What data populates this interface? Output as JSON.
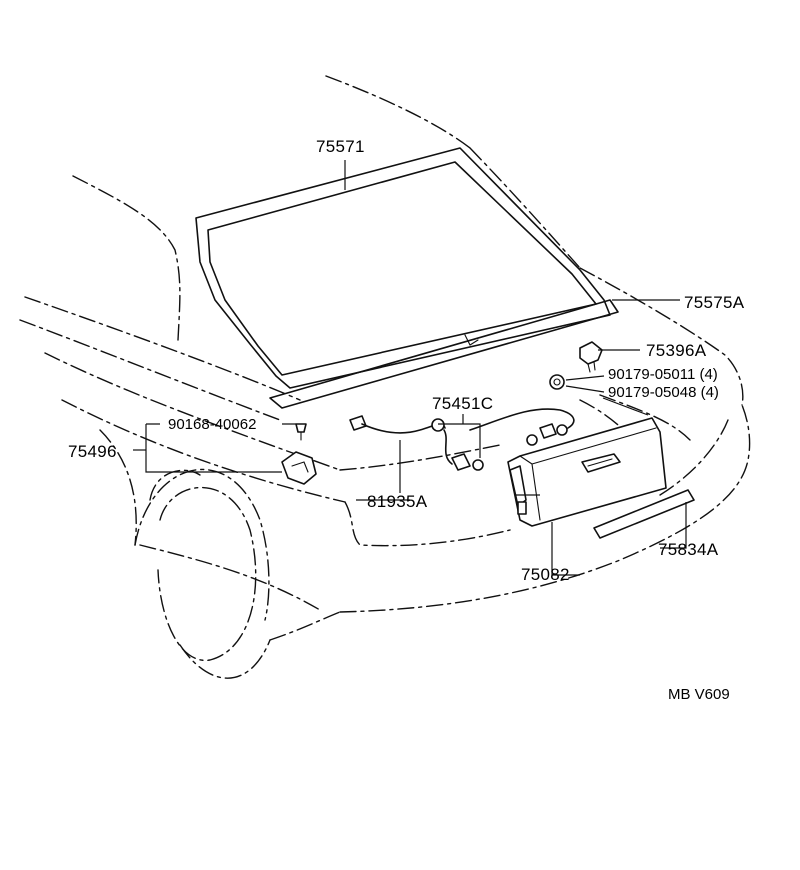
{
  "labels": {
    "p75571": "75571",
    "p75575a": "75575A",
    "p75396a": "75396A",
    "p90179_05011": "90179-05011 (4)",
    "p90179_05048": "90179-05048 (4)",
    "p75451c": "75451C",
    "p90168_40062": "90168-40062",
    "p75496": "75496",
    "p81935a": "81935A",
    "p75082": "75082",
    "p75834a": "75834A",
    "diagram_code": "MB V609"
  }
}
